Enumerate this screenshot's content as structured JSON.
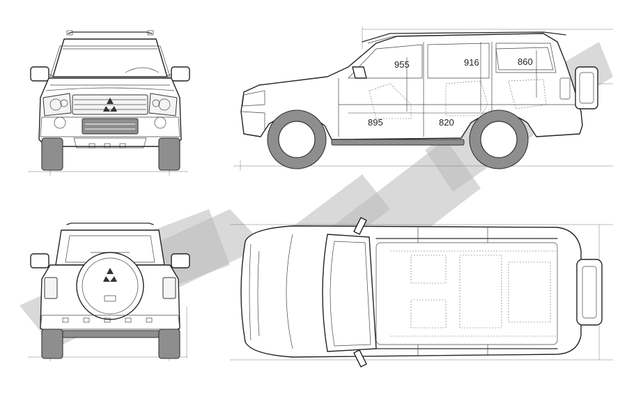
{
  "measurements": {
    "row_1": "955",
    "row_2": "916",
    "row_3": "860",
    "legroom_front": "895",
    "legroom_rear": "820"
  },
  "watermark": {
    "color": "#b9b9b9"
  },
  "views": [
    "front",
    "side",
    "rear",
    "top"
  ],
  "colors": {
    "line": "#2a2a2a",
    "tire": "#8e8e8e",
    "background": "#ffffff"
  }
}
